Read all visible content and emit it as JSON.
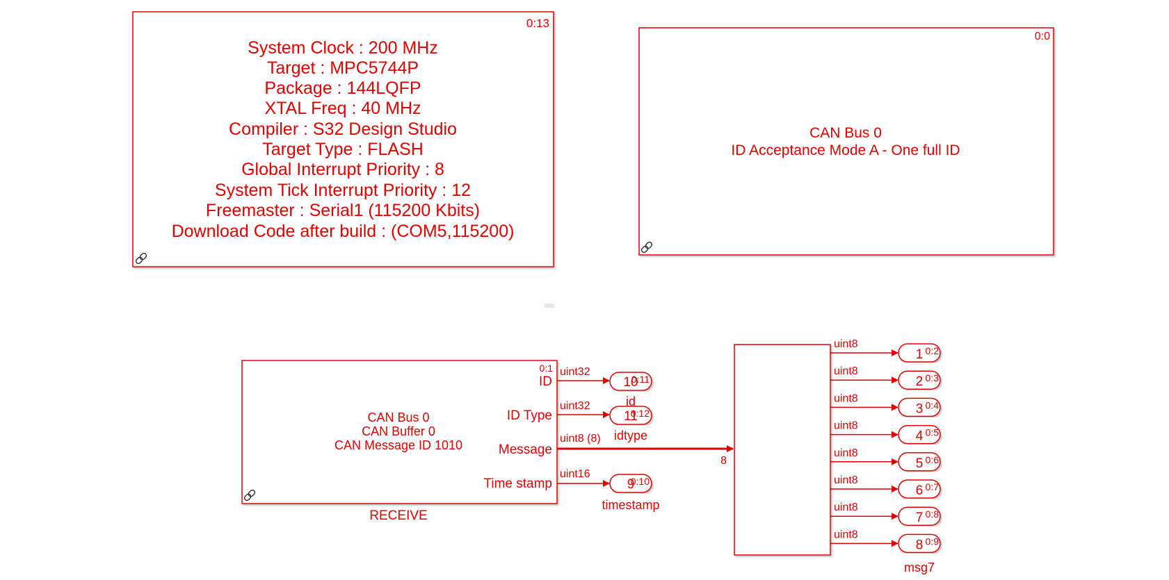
{
  "config_block": {
    "sample_time": "0:13",
    "lines": [
      "System Clock : 200 MHz",
      "Target : MPC5744P",
      "Package : 144LQFP",
      "XTAL Freq : 40 MHz",
      "Compiler : S32 Design Studio",
      "Target Type : FLASH",
      "Global Interrupt Priority : 8",
      "System Tick Interrupt Priority : 12",
      "Freemaster : Serial1 (115200 Kbits)",
      "Download Code after build : (COM5,115200)"
    ],
    "link_icon": "link-icon"
  },
  "can_config_block": {
    "sample_time": "0:0",
    "line1": "CAN Bus 0",
    "line2": "ID Acceptance Mode A - One full ID",
    "link_icon": "link-icon"
  },
  "receive_block": {
    "sample_time": "0:1",
    "line1": "CAN Bus 0",
    "line2": "CAN Buffer 0",
    "line3": "CAN Message ID 1010",
    "name": "RECEIVE",
    "ports": [
      "ID",
      "ID Type",
      "Message",
      "Time stamp"
    ],
    "link_icon": "link-icon"
  },
  "receive_outputs": [
    {
      "type": "uint32",
      "port_num": "10",
      "sample_time": "0:11",
      "label": "id"
    },
    {
      "type": "uint32",
      "port_num": "11",
      "sample_time": "0:12",
      "label": "idtype"
    },
    {
      "type": "uint8 (8)",
      "width": "8"
    },
    {
      "type": "uint16",
      "port_num": "9",
      "sample_time": "0:10",
      "label": "timestamp"
    }
  ],
  "demux_outputs": [
    {
      "type": "uint8",
      "port_num": "1",
      "sample_time": "0:2"
    },
    {
      "type": "uint8",
      "port_num": "2",
      "sample_time": "0:3"
    },
    {
      "type": "uint8",
      "port_num": "3",
      "sample_time": "0:4"
    },
    {
      "type": "uint8",
      "port_num": "4",
      "sample_time": "0:5"
    },
    {
      "type": "uint8",
      "port_num": "5",
      "sample_time": "0:6"
    },
    {
      "type": "uint8",
      "port_num": "6",
      "sample_time": "0:7"
    },
    {
      "type": "uint8",
      "port_num": "7",
      "sample_time": "0:8"
    },
    {
      "type": "uint8",
      "port_num": "8",
      "sample_time": "0:9"
    }
  ],
  "demux_out_label": "msg7",
  "colors": {
    "signal": "#e00000",
    "background": "#ffffff"
  }
}
